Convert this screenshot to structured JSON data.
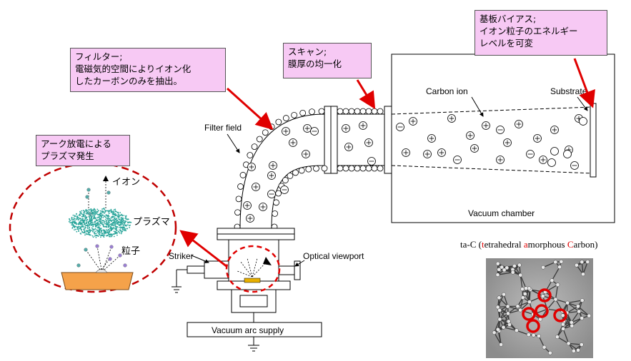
{
  "callouts": {
    "filter": {
      "line1": "フィルター;",
      "line2": "電磁気的空間によりイオン化",
      "line3": "したカーボンのみを抽出。"
    },
    "scan": {
      "line1": "スキャン;",
      "line2": "膜厚の均一化"
    },
    "bias": {
      "line1": "基板バイアス;",
      "line2": "イオン粒子のエネルギー",
      "line3": "レベルを可変"
    },
    "arc": {
      "line1": "アーク放電による",
      "line2": "プラズマ発生"
    }
  },
  "labels": {
    "filter_field": "Filter field",
    "carbon_ion": "Carbon ion",
    "substrate": "Substrate",
    "vacuum_chamber": "Vacuum chamber",
    "striker": "Striker",
    "optical_viewport": "Optical viewport",
    "vacuum_arc_supply": "Vacuum arc supply",
    "ion": "イオン",
    "plasma": "プラズマ",
    "particle": "粒子"
  },
  "tac": {
    "p1": "ta-C (",
    "t": "t",
    "p2": "etrahedral ",
    "a": "a",
    "p3": "morphous ",
    "c": "C",
    "p4": "arbon)"
  },
  "colors": {
    "callout_fill": "#f7c9f4",
    "arrow_red": "#e00000",
    "plasma_teal": "#2aa59a",
    "crucible": "#f5a24a"
  }
}
